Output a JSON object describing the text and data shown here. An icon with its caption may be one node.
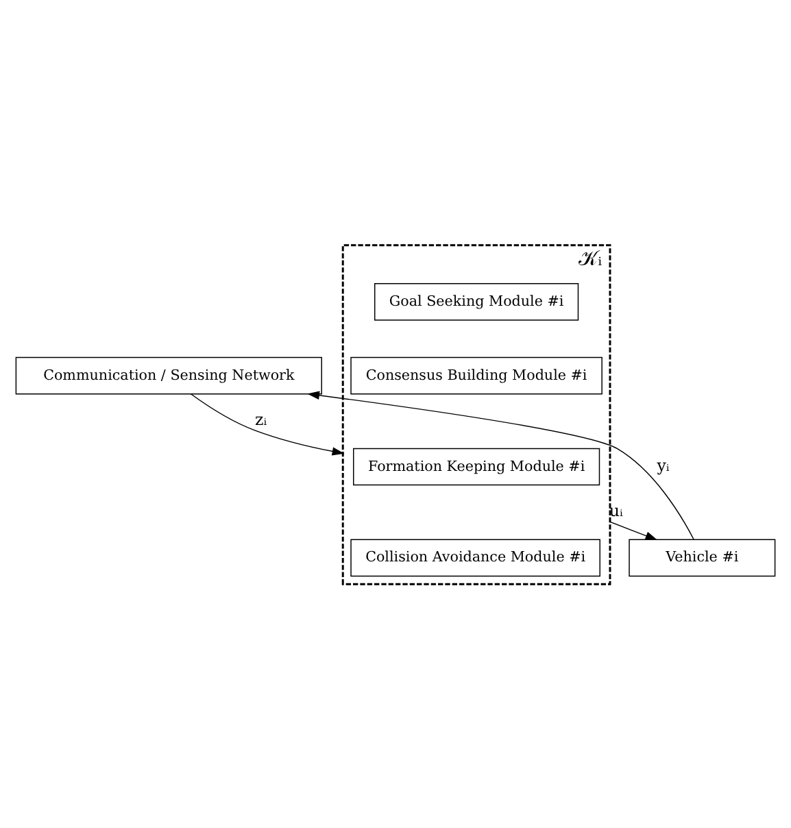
{
  "diagram": {
    "nodes": [
      {
        "text": [
          "Communication / Sensing Network"
        ]
      },
      {
        "text": [
          "𝒦ᵢ"
        ]
      },
      {
        "text": [
          "Goal Seeking Module #i"
        ],
        "in": 1
      },
      {
        "text": [
          "Consensus Building Module #i"
        ],
        "in": 1
      },
      {
        "text": [
          "Formation Keeping Module #i"
        ],
        "in": 1
      },
      {
        "text": [
          "Collision Avoidance Module #i"
        ],
        "in": 1
      },
      {
        "text": [
          "Vehicle #i"
        ]
      }
    ],
    "edges": [
      {
        "from": 0,
        "to": 1,
        "arrow": "to",
        "label": "zᵢ"
      },
      {
        "from": 1,
        "to": 6,
        "arrow": "to",
        "label": "uᵢ"
      },
      {
        "from": 6,
        "to": 0,
        "arrow": "to",
        "label": "yᵢ"
      }
    ]
  }
}
